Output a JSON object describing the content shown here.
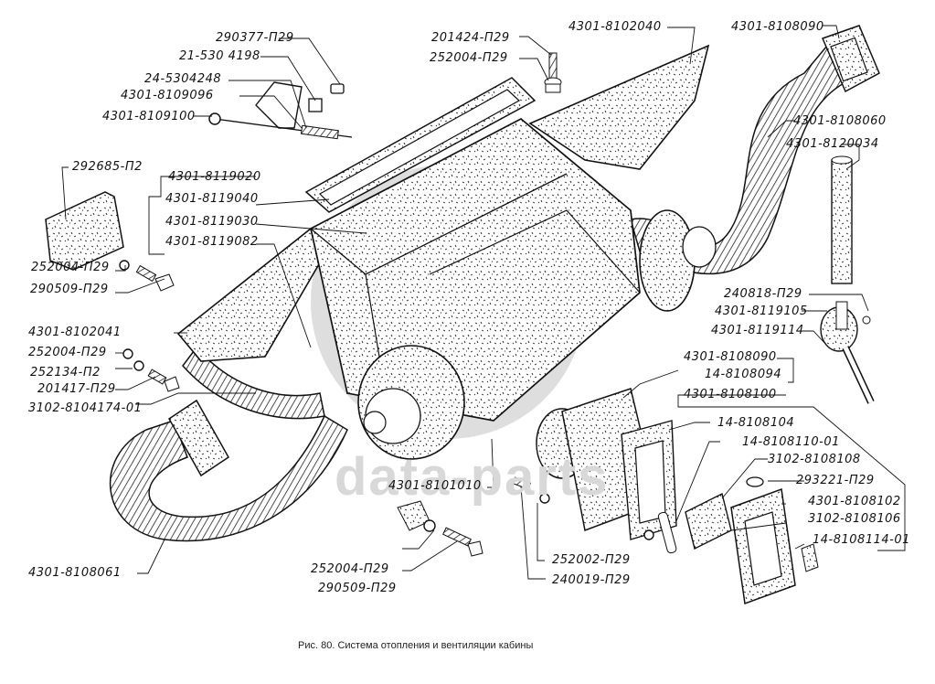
{
  "figure": {
    "caption": "Рис. 80. Система отопления и вентиляции кабины",
    "watermark": "data-parts",
    "line_color": "#111111",
    "watermark_color": "#d8d8d8"
  },
  "callouts": [
    {
      "id": "c01",
      "label": "290377-П29"
    },
    {
      "id": "c02",
      "label": "21-530 4198"
    },
    {
      "id": "c03",
      "label": "24-5304248"
    },
    {
      "id": "c04",
      "label": "4301-8109096"
    },
    {
      "id": "c05",
      "label": "4301-8109100"
    },
    {
      "id": "c06",
      "label": "292685-П2"
    },
    {
      "id": "c07",
      "label": "4301-8119020"
    },
    {
      "id": "c08",
      "label": "4301-8119040"
    },
    {
      "id": "c09",
      "label": "4301-8119030"
    },
    {
      "id": "c10",
      "label": "4301-8119082"
    },
    {
      "id": "c11",
      "label": "252004-П29"
    },
    {
      "id": "c12",
      "label": "290509-П29"
    },
    {
      "id": "c13",
      "label": "4301-8102041"
    },
    {
      "id": "c14",
      "label": "252004-П29"
    },
    {
      "id": "c15",
      "label": "252134-П2"
    },
    {
      "id": "c16",
      "label": "201417-П29"
    },
    {
      "id": "c17",
      "label": "3102-8104174-01"
    },
    {
      "id": "c18",
      "label": "4301-8108061"
    },
    {
      "id": "c19",
      "label": "201424-П29"
    },
    {
      "id": "c20",
      "label": "252004-П29"
    },
    {
      "id": "c21",
      "label": "4301-8102040"
    },
    {
      "id": "c22",
      "label": "4301-8108090"
    },
    {
      "id": "c23",
      "label": "4301-8108060"
    },
    {
      "id": "c24",
      "label": "4301-8120034"
    },
    {
      "id": "c25",
      "label": "240818-П29"
    },
    {
      "id": "c26",
      "label": "4301-8119105"
    },
    {
      "id": "c27",
      "label": "4301-8119114"
    },
    {
      "id": "c28",
      "label": "4301-8108090"
    },
    {
      "id": "c29",
      "label": "14-8108094"
    },
    {
      "id": "c30",
      "label": "4301-8108100"
    },
    {
      "id": "c31",
      "label": "14-8108104"
    },
    {
      "id": "c32",
      "label": "14-8108110-01"
    },
    {
      "id": "c33",
      "label": "3102-8108108"
    },
    {
      "id": "c34",
      "label": "293221-П29"
    },
    {
      "id": "c35",
      "label": "4301-8108102"
    },
    {
      "id": "c36",
      "label": "3102-8108106"
    },
    {
      "id": "c37",
      "label": "14-8108114-01"
    },
    {
      "id": "c38",
      "label": "4301-8101010"
    },
    {
      "id": "c39",
      "label": "252004-П29"
    },
    {
      "id": "c40",
      "label": "290509-П29"
    },
    {
      "id": "c41",
      "label": "252002-П29"
    },
    {
      "id": "c42",
      "label": "240019-П29"
    }
  ]
}
